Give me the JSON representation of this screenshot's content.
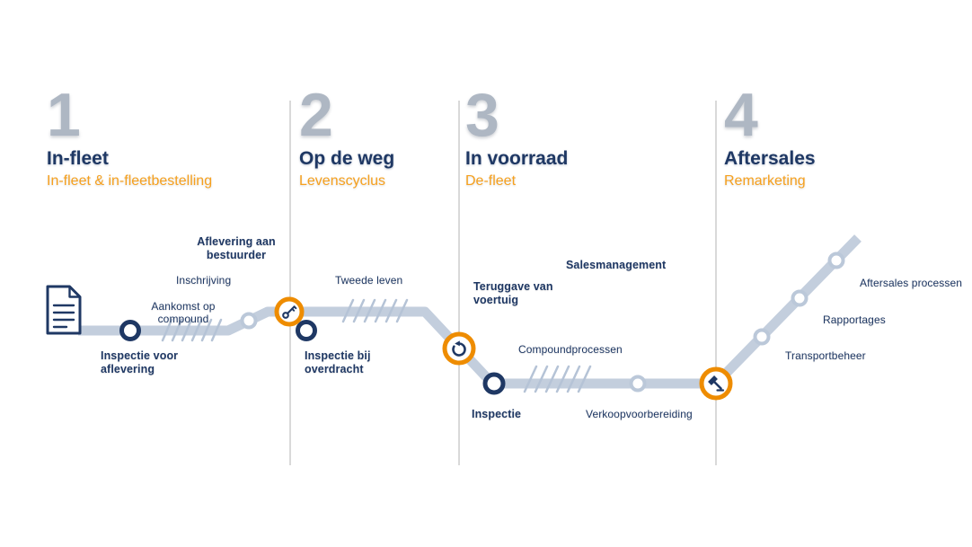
{
  "colors": {
    "navy": "#1F3864",
    "orange_text": "#F6A01E",
    "orange_ring": "#EE8C00",
    "track": "#C3CEDD",
    "hatch": "#B5C3D6",
    "minor_ring": "#BBC8D9",
    "number_gray": "#AEB7C3",
    "divider": "#D9D9D9",
    "background": "#FFFFFF"
  },
  "phases": [
    {
      "number": "1",
      "title": "In-fleet",
      "subtitle": "In-fleet & in-fleetbestelling"
    },
    {
      "number": "2",
      "title": "Op de weg",
      "subtitle": "Levenscyclus"
    },
    {
      "number": "3",
      "title": "In voorraad",
      "subtitle": "De-fleet"
    },
    {
      "number": "4",
      "title": "Aftersales",
      "subtitle": "Remarketing"
    }
  ],
  "labels": {
    "inspectie_voor_aflevering": "Inspectie voor aflevering",
    "aankomst_op_compound": "Aankomst op compound",
    "inschrijving": "Inschrijving",
    "aflevering_aan_bestuurder": "Aflevering aan bestuurder",
    "inspectie_bij_overdracht": "Inspectie bij overdracht",
    "tweede_leven": "Tweede leven",
    "teruggave_van_voertuig": "Teruggave van voertuig",
    "salesmanagement": "Salesmanagement",
    "compoundprocessen": "Compoundprocessen",
    "inspectie": "Inspectie",
    "verkoopvoorbereiding": "Verkoopvoorbereiding",
    "transportbeheer": "Transportbeheer",
    "rapportages": "Rapportages",
    "aftersales_processen": "Aftersales processen"
  },
  "icons": {
    "start": "document-icon",
    "hub_1": "key-icon",
    "hub_2": "return-arrow-icon",
    "hub_3": "gavel-icon"
  }
}
